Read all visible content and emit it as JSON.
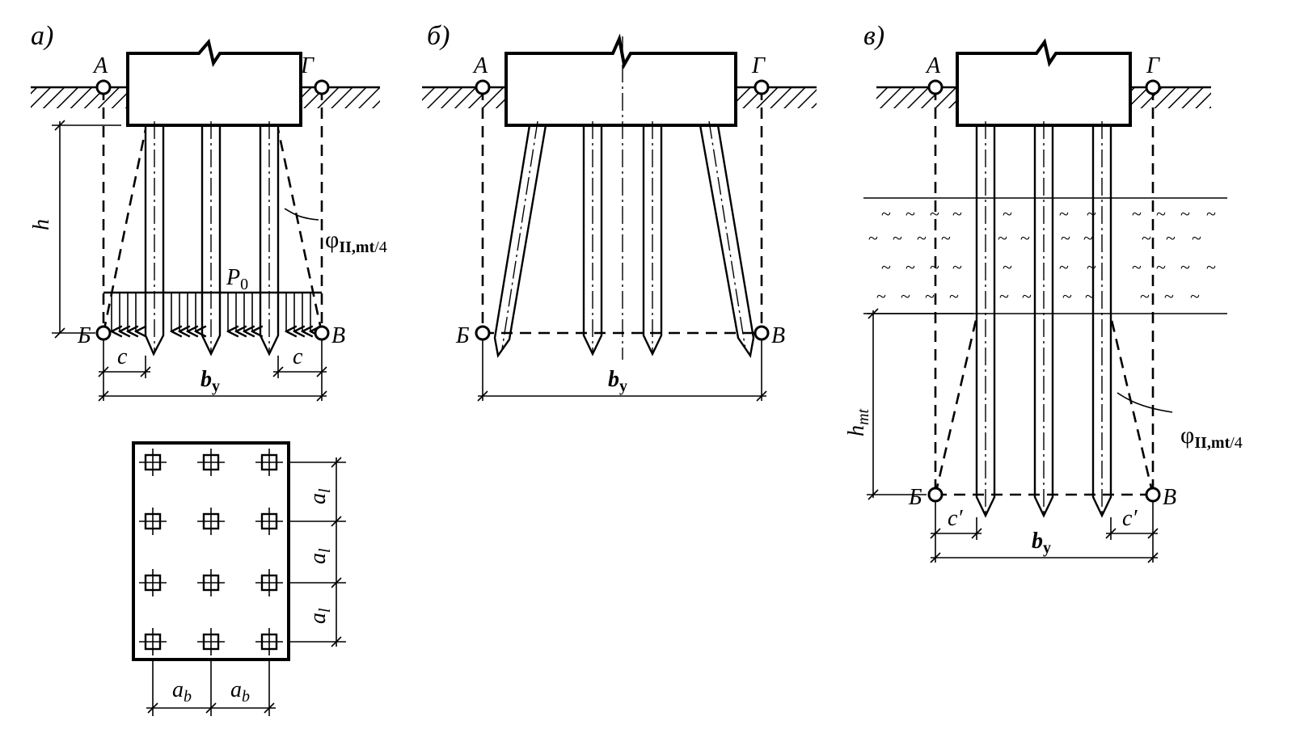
{
  "panels": {
    "a": {
      "label": "а)"
    },
    "b": {
      "label": "б)"
    },
    "v": {
      "label": "в)"
    }
  },
  "points": {
    "A": "А",
    "B": "Б",
    "V": "В",
    "G": "Г"
  },
  "dims": {
    "h": "h",
    "h_mt_main": "h",
    "h_mt_sub": "mt",
    "c": "c",
    "c_prime": "c′",
    "b_main": "b",
    "b_sub": "у",
    "a_l_main": "a",
    "a_l_sub": "l",
    "a_b_main": "a",
    "a_b_sub": "b"
  },
  "load": {
    "p_main": "P",
    "p_sub": "0"
  },
  "angle": {
    "phi": "φ",
    "phi_sub": "II,",
    "phi_sub_italic": "mt",
    "phi_tail": "/4"
  },
  "plan": {
    "rows": 4,
    "cols": 3
  }
}
